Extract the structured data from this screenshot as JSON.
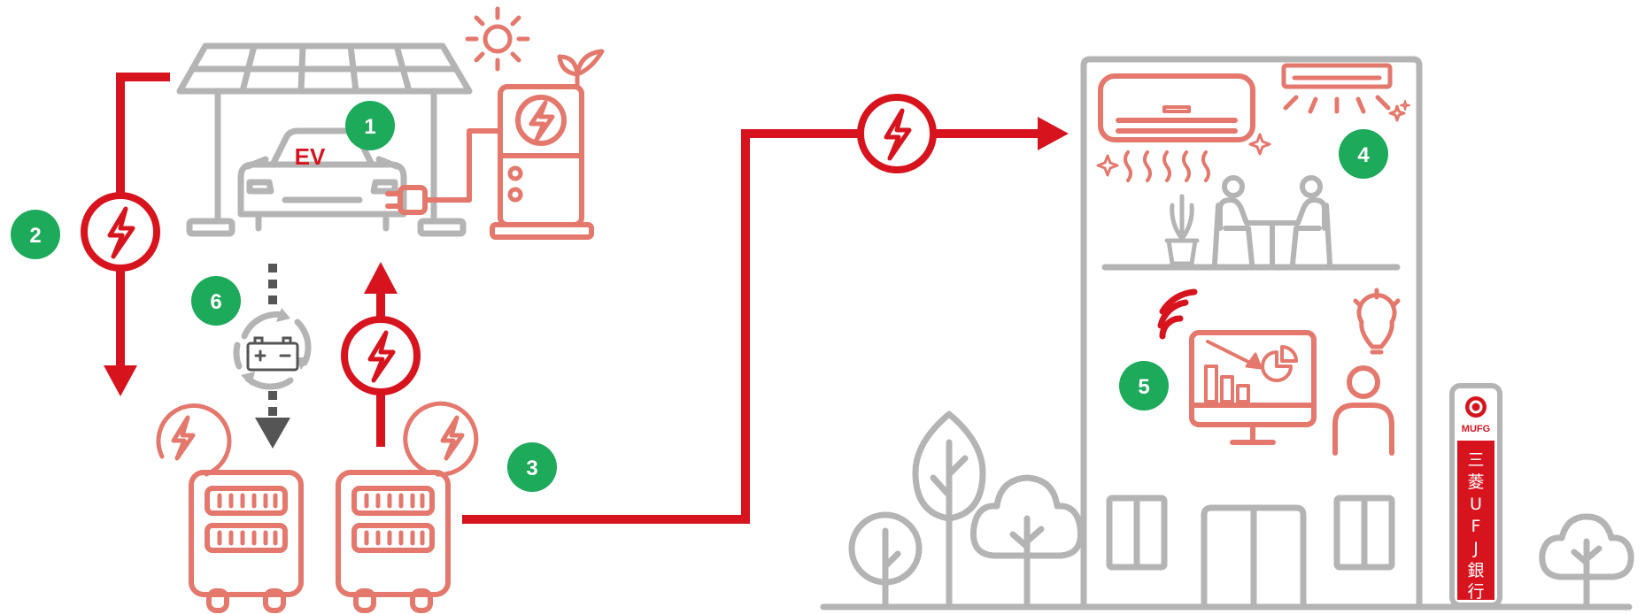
{
  "colors": {
    "red": "#d7141e",
    "salmon": "#e4786c",
    "gray": "#b4b4b4",
    "darkgray": "#555555",
    "green": "#1daa5a",
    "white": "#ffffff"
  },
  "icons": [
    "solar-carport-icon",
    "ev-car-icon",
    "sun-icon",
    "ev-charger-icon",
    "leaf-icon",
    "battery-cycle-icon",
    "storage-battery-icon",
    "lightning-icon",
    "air-conditioner-icon",
    "meeting-people-icon",
    "plant-icon",
    "monitor-chart-icon",
    "wifi-signal-icon",
    "lightbulb-icon",
    "person-icon",
    "tree-icon",
    "office-building-icon"
  ],
  "badges": [
    "1",
    "2",
    "3",
    "4",
    "5",
    "6"
  ],
  "car": {
    "label": "EV"
  },
  "bank": {
    "logo": "MUFG",
    "name": [
      "三",
      "菱",
      "U",
      "F",
      "J",
      "銀",
      "行"
    ]
  }
}
